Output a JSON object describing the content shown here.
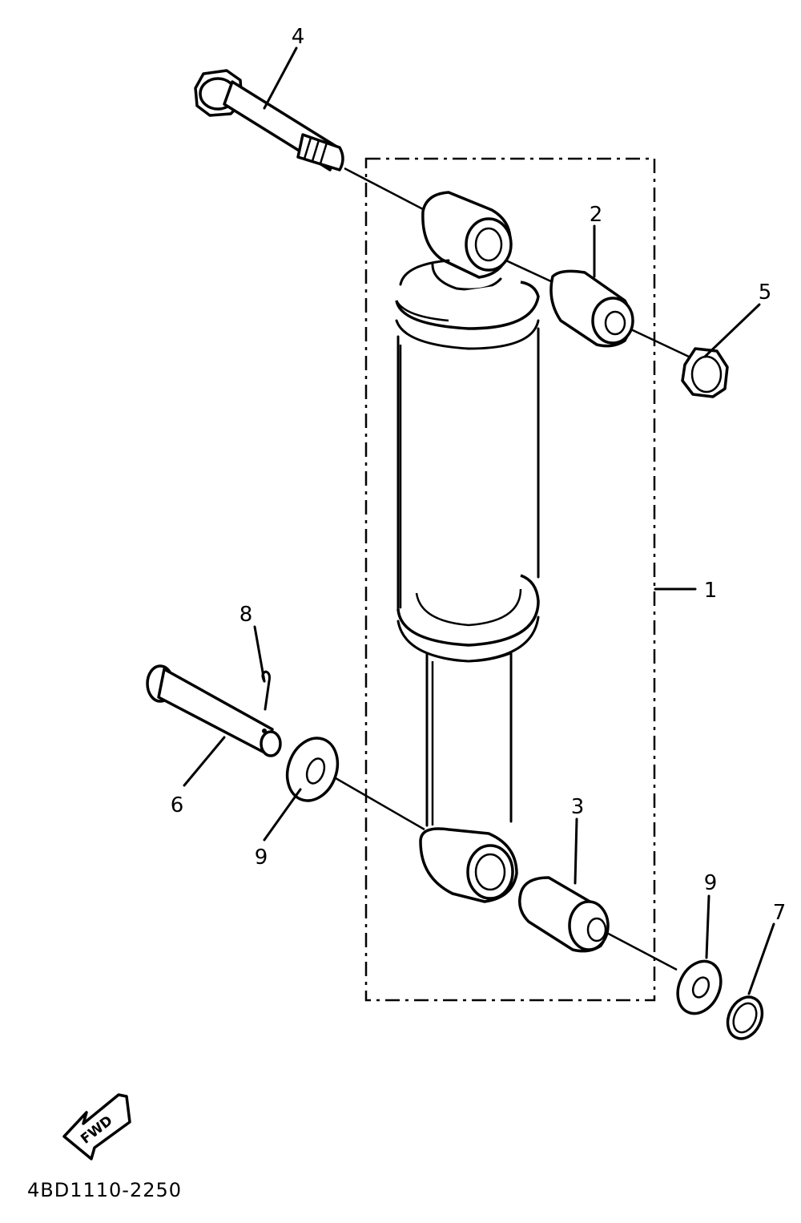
{
  "diagram": {
    "part_labels": {
      "p1": "1",
      "p2": "2",
      "p3": "3",
      "p4": "4",
      "p5": "5",
      "p6": "6",
      "p7": "7",
      "p8": "8",
      "p9a": "9",
      "p9b": "9"
    },
    "direction_label": "FWD",
    "drawing_code": "4BD1110-2250"
  }
}
